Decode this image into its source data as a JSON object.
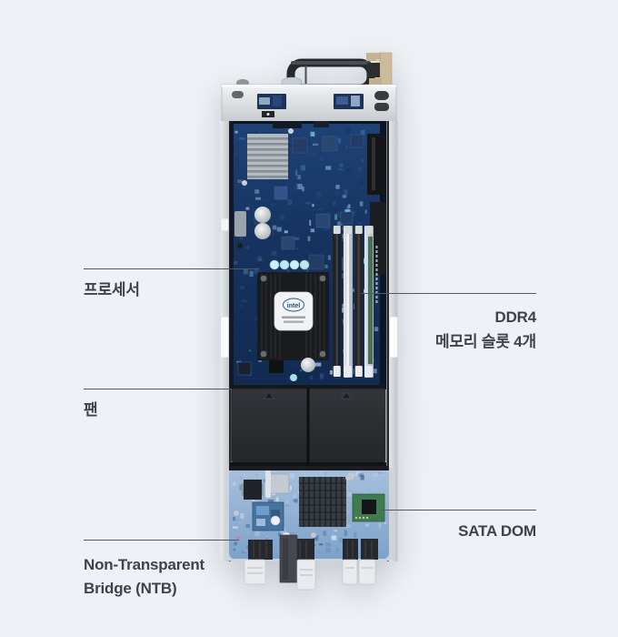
{
  "page": {
    "background_color": "#eef1f5"
  },
  "diagram": {
    "subject": "server-blade-internal-view",
    "labels": {
      "processor": {
        "text": "프로세서"
      },
      "memory": {
        "line1": "DDR4",
        "line2": "메모리 슬롯 4개"
      },
      "fan": {
        "text": "팬"
      },
      "sata_dom": {
        "text": "SATA DOM"
      },
      "ntb": {
        "line1": "Non-Transparent",
        "line2": "Bridge (NTB)"
      }
    },
    "board": {
      "cpu_badge_brand": "intel"
    },
    "colors": {
      "label_text": "#3e434a",
      "leader_line": "#55585c",
      "pcb_upper": "#1a3a6b",
      "pcb_lower": "#8fafd4",
      "fan_module": "#2b2d30",
      "chassis_metal": "#d9dde0",
      "sata_dom_module": "#3f7b50",
      "handle": "#26282b",
      "latch_brass": "#c9b795"
    }
  }
}
